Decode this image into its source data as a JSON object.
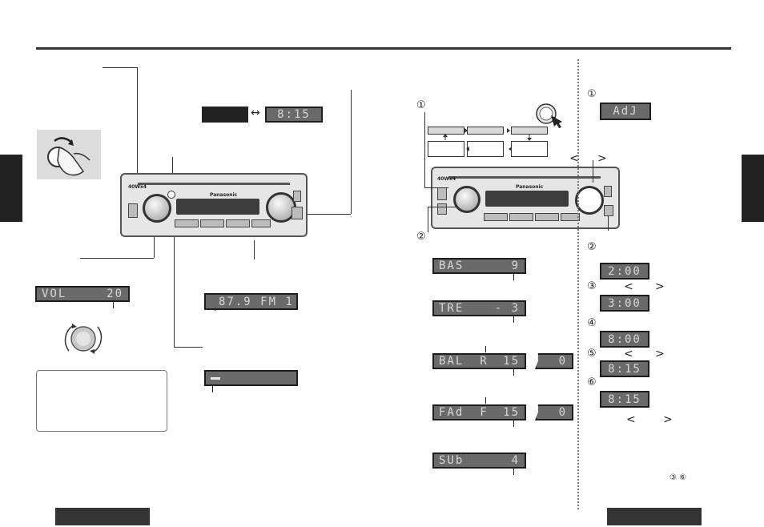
{
  "displays": {
    "clock_top": "8:15",
    "volume": {
      "left": "VOL",
      "right": "20"
    },
    "radio": "87.9 FM 1",
    "bass": {
      "left": "BAS",
      "right": "9"
    },
    "treble": {
      "left": "TRE",
      "right": "- 3"
    },
    "balance": {
      "left": "BAL",
      "mid": "R",
      "right": "15"
    },
    "balance_zero": "0",
    "fader": {
      "left": "FAd",
      "mid": "F",
      "right": "15"
    },
    "fader_zero": "0",
    "subwoofer": {
      "left": "SUb",
      "right": "4"
    },
    "adjust": "AdJ",
    "clock_step2": "2:00",
    "clock_step3": "3:00",
    "clock_step4": "8:00",
    "clock_step5": "8:15",
    "clock_step6": "8:15"
  },
  "brand_label": "Panasonic",
  "unit_badge": "40Wx4",
  "step_markers": {
    "one_left": "①",
    "two_left": "②",
    "one_right": "①",
    "two_right": "②",
    "three_right": "③",
    "four_right": "④",
    "five_right": "⑤",
    "six_right": "⑥",
    "range_note": "③ ⑥"
  },
  "glyphs": {
    "swap_arrow": "↔",
    "left_angle": "<",
    "right_angle": ">"
  },
  "colors": {
    "lcd_bg": "#4a4a4a",
    "lcd_text": "#d8d8d8",
    "tab_dark": "#222222"
  }
}
